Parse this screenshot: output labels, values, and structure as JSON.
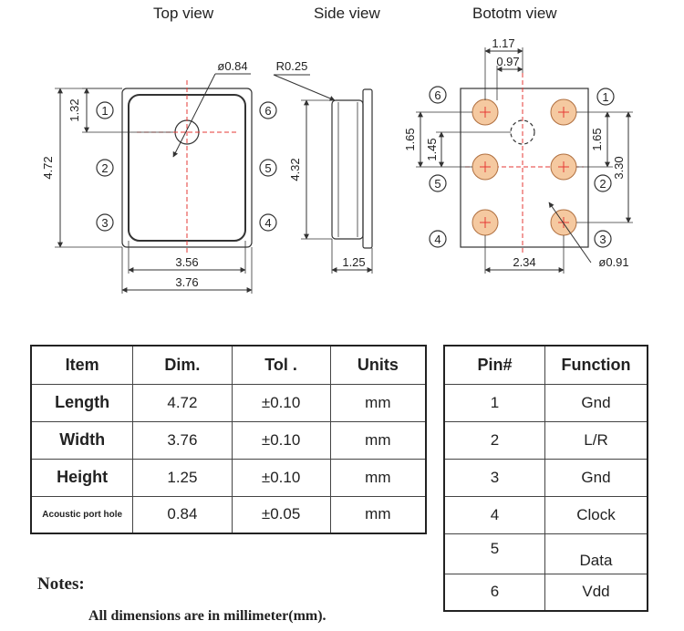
{
  "views": {
    "top": "Top view",
    "side": "Side view",
    "bottom": "Bototm view"
  },
  "top_view": {
    "port_dia": "ø0.84",
    "dim_132": "1.32",
    "dim_472": "4.72",
    "dim_356": "3.56",
    "dim_376": "3.76",
    "pins_left": [
      "1",
      "2",
      "3"
    ],
    "pins_right": [
      "6",
      "5",
      "4"
    ]
  },
  "side_view": {
    "radius": "R0.25",
    "dim_432": "4.32",
    "dim_125": "1.25"
  },
  "bottom_view": {
    "dim_117": "1.17",
    "dim_097": "0.97",
    "dim_165_left": "1.65",
    "dim_145": "1.45",
    "dim_165_right": "1.65",
    "dim_330": "3.30",
    "dim_234": "2.34",
    "pad_dia": "ø0.91",
    "pins_left": [
      "6",
      "5",
      "4"
    ],
    "pins_right": [
      "1",
      "2",
      "3"
    ]
  },
  "dim_table": {
    "headers": [
      "Item",
      "Dim.",
      "Tol .",
      "Units"
    ],
    "rows": [
      [
        "Length",
        "4.72",
        "±0.10",
        "mm"
      ],
      [
        "Width",
        "3.76",
        "±0.10",
        "mm"
      ],
      [
        "Height",
        "1.25",
        "±0.10",
        "mm"
      ],
      [
        "Acoustic port hole",
        "0.84",
        "±0.05",
        "mm"
      ]
    ]
  },
  "pin_table": {
    "headers": [
      "Pin#",
      "Function"
    ],
    "rows": [
      [
        "1",
        "Gnd"
      ],
      [
        "2",
        "L/R"
      ],
      [
        "3",
        "Gnd"
      ],
      [
        "4",
        "Clock"
      ],
      [
        "5",
        "Data"
      ],
      [
        "6",
        "Vdd"
      ]
    ]
  },
  "notes": {
    "title": "Notes:",
    "text": "All dimensions are in millimeter(mm)."
  },
  "colors": {
    "pad_fill": "#f5c9a0",
    "pad_stroke": "#b07040",
    "centerline": "#e53935",
    "line": "#333333"
  }
}
